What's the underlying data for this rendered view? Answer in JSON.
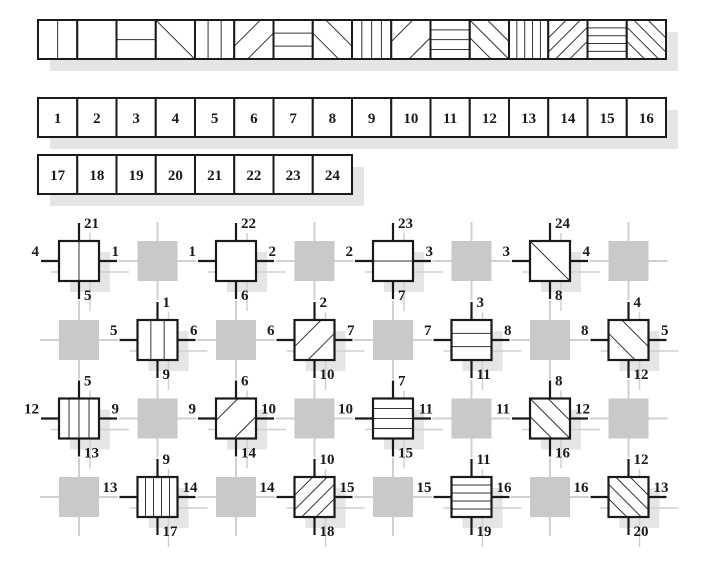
{
  "figure": {
    "description": "Tiling/assembly diagram: 16 hatch patterns, 24 numbered tiles, and a 4x8 grid of tiles with edge labels"
  },
  "colors": {
    "stroke": "#1a1a1a",
    "hatch": "#333333",
    "gray_tile": "#c8c9cb",
    "shadow": "#e4e5e6",
    "grid_line": "#cfd0d2"
  },
  "pattern_strip": {
    "patterns": [
      {
        "type": "vertical",
        "lines": 1
      },
      {
        "type": "diag-up",
        "lines": 1
      },
      {
        "type": "horizontal",
        "lines": 1
      },
      {
        "type": "diag-down",
        "lines": 1
      },
      {
        "type": "vertical",
        "lines": 2
      },
      {
        "type": "diag-up",
        "lines": 2
      },
      {
        "type": "horizontal",
        "lines": 2
      },
      {
        "type": "diag-down",
        "lines": 2
      },
      {
        "type": "vertical",
        "lines": 3
      },
      {
        "type": "diag-up",
        "lines": 3
      },
      {
        "type": "horizontal",
        "lines": 3
      },
      {
        "type": "diag-down",
        "lines": 3
      },
      {
        "type": "vertical",
        "lines": 4
      },
      {
        "type": "diag-up",
        "lines": 4
      },
      {
        "type": "horizontal",
        "lines": 4
      },
      {
        "type": "diag-down",
        "lines": 4
      }
    ]
  },
  "number_strip": {
    "row1": [
      "1",
      "2",
      "3",
      "4",
      "5",
      "6",
      "7",
      "8",
      "9",
      "10",
      "11",
      "12",
      "13",
      "14",
      "15",
      "16"
    ],
    "row2": [
      "17",
      "18",
      "19",
      "20",
      "21",
      "22",
      "23",
      "24"
    ]
  },
  "grid": {
    "rows": [
      [
        {
          "kind": "tile",
          "pattern": "vertical",
          "lines": 1,
          "top": "21",
          "left": "4",
          "right": "1",
          "bottom": "5"
        },
        {
          "kind": "gray"
        },
        {
          "kind": "tile",
          "pattern": "diag-up",
          "lines": 1,
          "top": "22",
          "left": "1",
          "right": "2",
          "bottom": "6"
        },
        {
          "kind": "gray"
        },
        {
          "kind": "tile",
          "pattern": "horizontal",
          "lines": 1,
          "top": "23",
          "left": "2",
          "right": "3",
          "bottom": "7"
        },
        {
          "kind": "gray"
        },
        {
          "kind": "tile",
          "pattern": "diag-down",
          "lines": 1,
          "top": "24",
          "left": "3",
          "right": "4",
          "bottom": "8"
        },
        {
          "kind": "gray"
        }
      ],
      [
        {
          "kind": "gray"
        },
        {
          "kind": "tile",
          "pattern": "vertical",
          "lines": 2,
          "top": "1",
          "left": "5",
          "right": "6",
          "bottom": "9"
        },
        {
          "kind": "gray"
        },
        {
          "kind": "tile",
          "pattern": "diag-up",
          "lines": 2,
          "top": "2",
          "left": "6",
          "right": "7",
          "bottom": "10"
        },
        {
          "kind": "gray"
        },
        {
          "kind": "tile",
          "pattern": "horizontal",
          "lines": 2,
          "top": "3",
          "left": "7",
          "right": "8",
          "bottom": "11"
        },
        {
          "kind": "gray"
        },
        {
          "kind": "tile",
          "pattern": "diag-down",
          "lines": 2,
          "top": "4",
          "left": "8",
          "right": "5",
          "bottom": "12"
        }
      ],
      [
        {
          "kind": "tile",
          "pattern": "vertical",
          "lines": 3,
          "top": "5",
          "left": "12",
          "right": "9",
          "bottom": "13"
        },
        {
          "kind": "gray"
        },
        {
          "kind": "tile",
          "pattern": "diag-up",
          "lines": 3,
          "top": "6",
          "left": "9",
          "right": "10",
          "bottom": "14"
        },
        {
          "kind": "gray"
        },
        {
          "kind": "tile",
          "pattern": "horizontal",
          "lines": 3,
          "top": "7",
          "left": "10",
          "right": "11",
          "bottom": "15"
        },
        {
          "kind": "gray"
        },
        {
          "kind": "tile",
          "pattern": "diag-down",
          "lines": 3,
          "top": "8",
          "left": "11",
          "right": "12",
          "bottom": "16"
        },
        {
          "kind": "gray"
        }
      ],
      [
        {
          "kind": "gray"
        },
        {
          "kind": "tile",
          "pattern": "vertical",
          "lines": 4,
          "top": "9",
          "left": "13",
          "right": "14",
          "bottom": "17"
        },
        {
          "kind": "gray"
        },
        {
          "kind": "tile",
          "pattern": "diag-up",
          "lines": 4,
          "top": "10",
          "left": "14",
          "right": "15",
          "bottom": "18"
        },
        {
          "kind": "gray"
        },
        {
          "kind": "tile",
          "pattern": "horizontal",
          "lines": 4,
          "top": "11",
          "left": "15",
          "right": "16",
          "bottom": "19"
        },
        {
          "kind": "gray"
        },
        {
          "kind": "tile",
          "pattern": "diag-down",
          "lines": 4,
          "top": "12",
          "left": "16",
          "right": "13",
          "bottom": "20"
        }
      ]
    ]
  }
}
